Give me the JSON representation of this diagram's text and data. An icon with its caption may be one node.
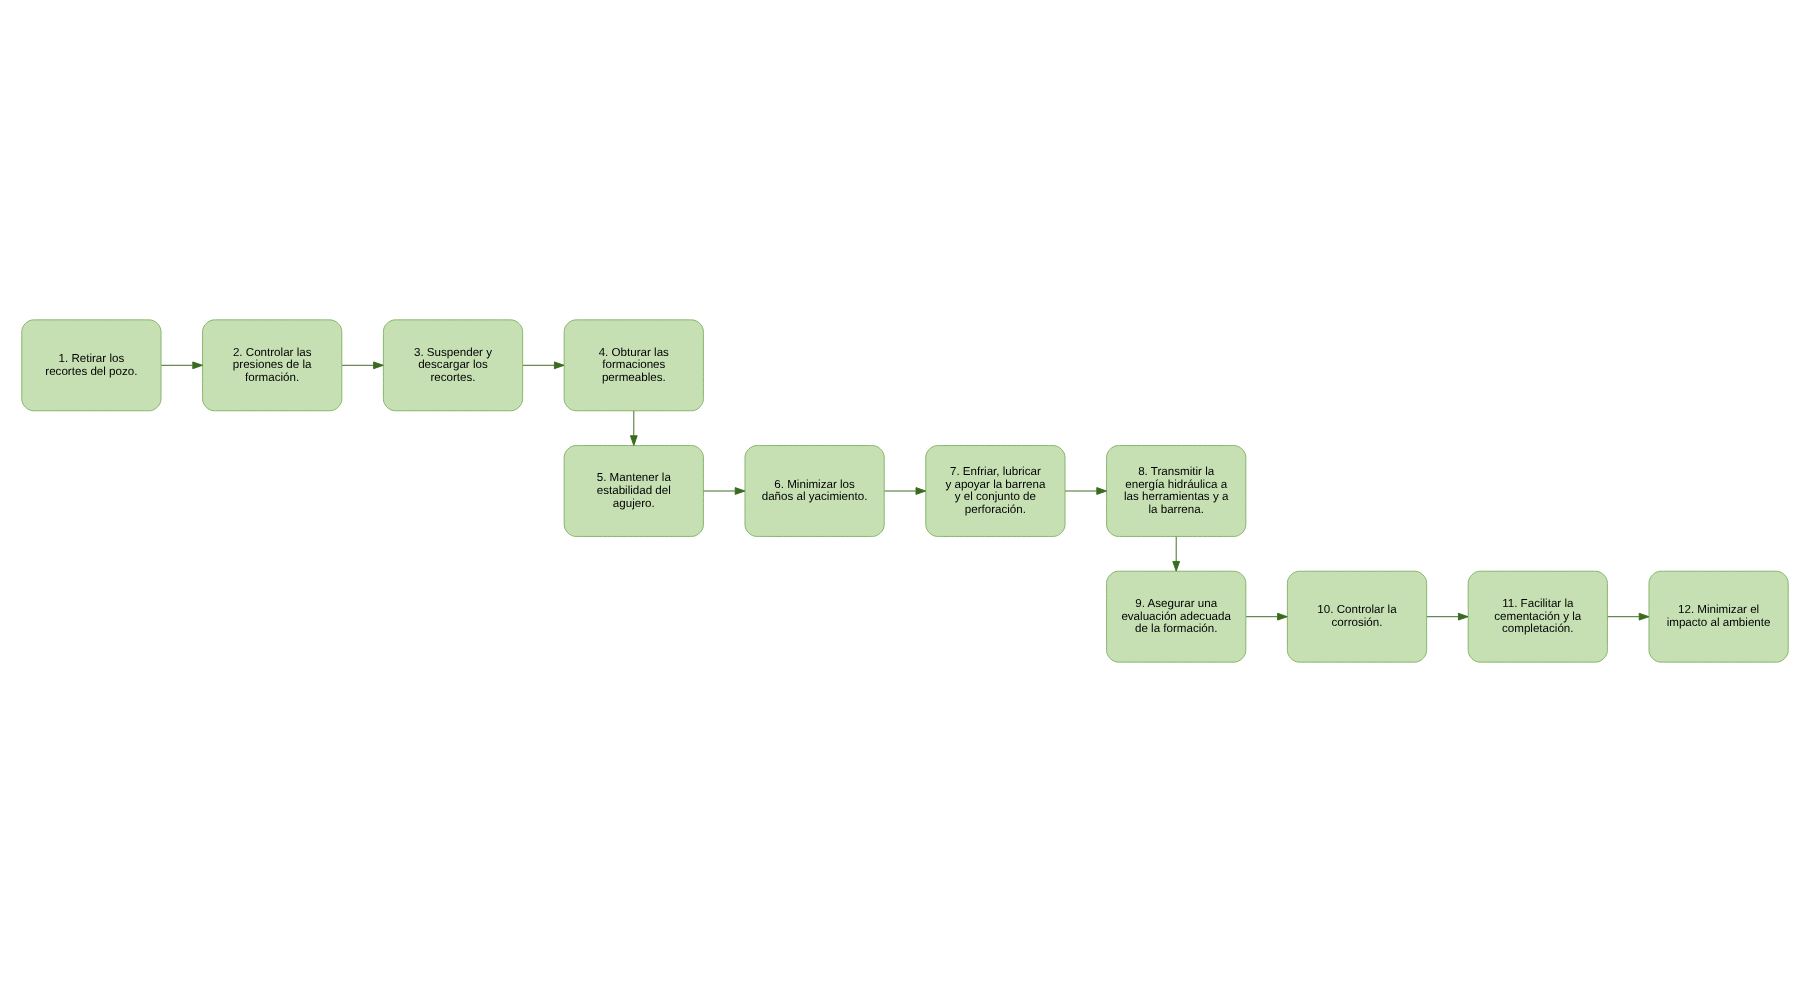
{
  "diagram": {
    "nodes": [
      {
        "text": [
          "1. Retirar los recortes del pozo."
        ]
      },
      {
        "text": [
          "2. Controlar las presiones de la formación."
        ]
      },
      {
        "text": [
          "3. Suspender y descargar los recortes."
        ]
      },
      {
        "text": [
          "4. Obturar las formaciones permeables."
        ]
      },
      {
        "text": [
          "5. Mantener la estabilidad del agujero."
        ]
      },
      {
        "text": [
          "6. Minimizar los daños al yacimiento."
        ]
      },
      {
        "text": [
          "7. Enfriar, lubricar y apoyar la barrena y el conjunto de perforación."
        ]
      },
      {
        "text": [
          "8. Transmitir la energía hidráulica a las herramientas y a la barrena."
        ]
      },
      {
        "text": [
          "9. Asegurar una evaluación adecuada de la formación."
        ]
      },
      {
        "text": [
          "10. Controlar la corrosión."
        ]
      },
      {
        "text": [
          "11. Facilitar la cementación y la completación."
        ]
      },
      {
        "text": [
          "12. Minimizar el impacto al ambiente"
        ]
      }
    ],
    "edges": [
      {
        "from": 0,
        "to": 1,
        "arrow": "to"
      },
      {
        "from": 1,
        "to": 2,
        "arrow": "to"
      },
      {
        "from": 2,
        "to": 3,
        "arrow": "to"
      },
      {
        "from": 3,
        "to": 4,
        "arrow": "to"
      },
      {
        "from": 4,
        "to": 5,
        "arrow": "to"
      },
      {
        "from": 5,
        "to": 6,
        "arrow": "to"
      },
      {
        "from": 6,
        "to": 7,
        "arrow": "to"
      },
      {
        "from": 7,
        "to": 8,
        "arrow": "to"
      },
      {
        "from": 8,
        "to": 9,
        "arrow": "to"
      },
      {
        "from": 9,
        "to": 10,
        "arrow": "to"
      },
      {
        "from": 10,
        "to": 11,
        "arrow": "to"
      }
    ]
  }
}
